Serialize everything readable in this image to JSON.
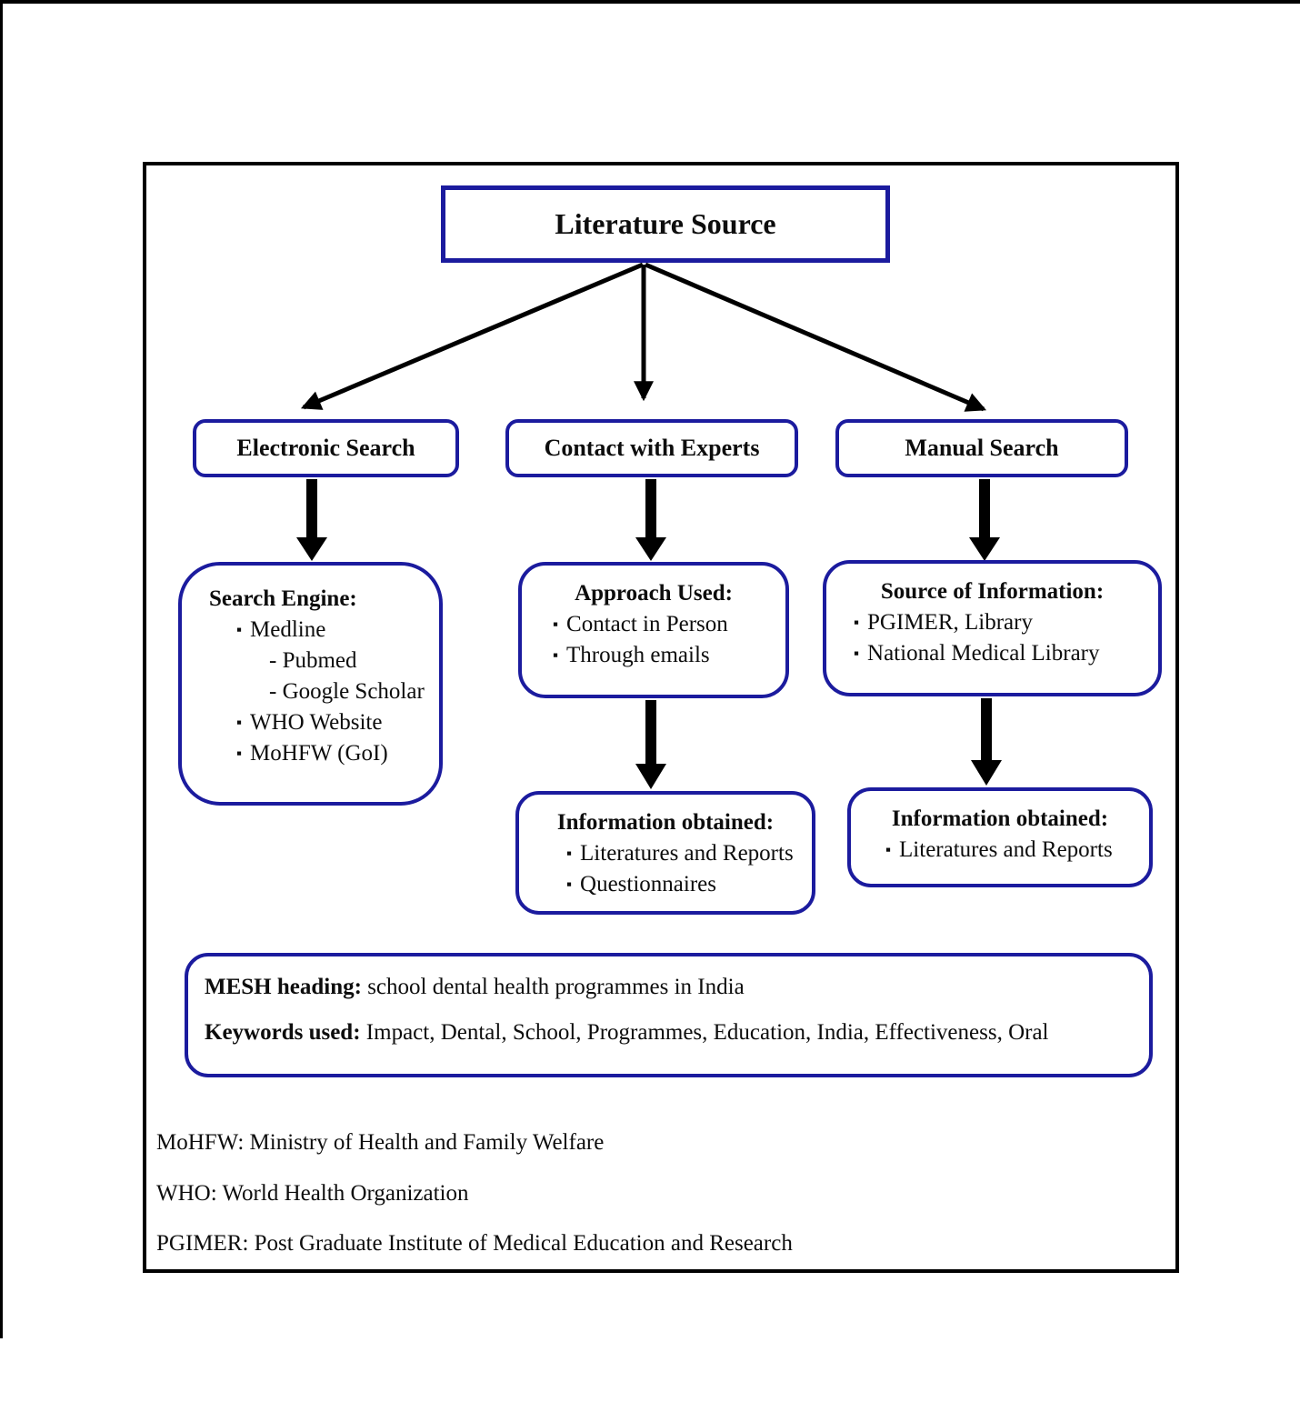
{
  "diagram": {
    "root": {
      "label": "Literature Source"
    },
    "branches": {
      "electronic": {
        "label": "Electronic Search"
      },
      "contact": {
        "label": "Contact with Experts"
      },
      "manual": {
        "label": "Manual Search"
      }
    },
    "search_engine": {
      "title": "Search Engine:",
      "items": [
        "Medline",
        "WHO Website",
        "MoHFW (GoI)"
      ],
      "medline_sub": [
        "- Pubmed",
        "- Google Scholar"
      ]
    },
    "approach": {
      "title": "Approach Used:",
      "items": [
        "Contact in Person",
        "Through emails"
      ]
    },
    "source_info": {
      "title": "Source of Information:",
      "items": [
        "PGIMER, Library",
        "National Medical Library"
      ]
    },
    "info_from_contact": {
      "title": "Information obtained:",
      "items": [
        "Literatures and Reports",
        "Questionnaires"
      ]
    },
    "info_from_manual": {
      "title": "Information obtained:",
      "items": [
        "Literatures and Reports"
      ]
    },
    "mesh": {
      "heading_label": "MESH heading:",
      "heading_text": " school dental health programmes in India",
      "keywords_label": "Keywords used:",
      "keywords_text": " Impact, Dental, School, Programmes, Education, India, Effectiveness, Oral"
    },
    "footnotes": [
      "MoHFW: Ministry of Health and Family Welfare",
      "WHO: World Health Organization",
      "PGIMER: Post Graduate Institute of Medical Education and Research"
    ]
  },
  "ui": {
    "bullet": "▪"
  },
  "colors": {
    "box_border": "#1b1b9e",
    "connector": "#000000",
    "frame": "#000000"
  }
}
